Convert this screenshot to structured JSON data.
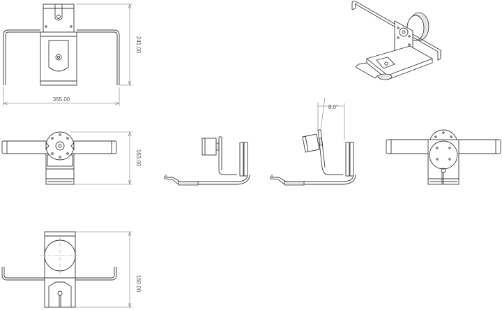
{
  "dimensions": {
    "top_width": "355.00",
    "top_height": "241.00",
    "front_height": "163.00",
    "bottom_height": "160.00",
    "tilt_angle": "8.0°"
  },
  "colors": {
    "line": "#3a3a3a",
    "dimension": "#777777",
    "background": "#ffffff"
  }
}
